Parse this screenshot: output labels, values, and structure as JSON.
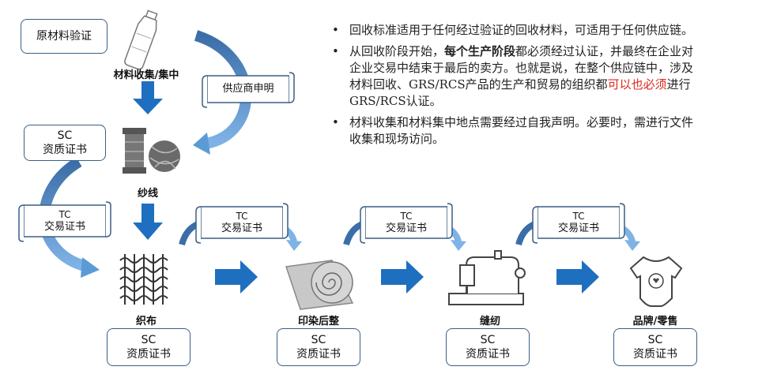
{
  "boxes": {
    "raw_material": "原材料验证",
    "sc_top_line1": "SC",
    "sc_top_line2": "资质证书",
    "sc_line1": "SC",
    "sc_line2": "资质证书"
  },
  "scrolls": {
    "supplier": "供应商申明",
    "tc_line1": "TC",
    "tc_line2": "交易证书"
  },
  "stages": {
    "collection": "材料收集/集中",
    "yarn": "纱线",
    "weaving": "织布",
    "dyeing": "印染后整",
    "sewing": "缝纫",
    "retail": "品牌/零售"
  },
  "bullets": {
    "marker": "•",
    "b1": "回收标准适用于任何经过验证的回收材料，可适用于任何供应链。",
    "b2_pre": "从回收阶段开始，",
    "b2_bold": "每个生产阶段",
    "b2_mid": "都必须经过认证，并最终在企业对企业交易中结束于最后的卖方。也就是说，在整个供应链中，涉及材料回收、GRS/RCS产品的生产和贸易的组织都",
    "b2_red": "可以也必须",
    "b2_post": "进行GRS/RCS认证。",
    "b3": "材料收集和材料集中地点需要经过自我声明。必要时，需进行文件收集和现场访问。"
  },
  "colors": {
    "arrow_dark": "#1e6fbf",
    "arrow_light": "#5b9bd5",
    "box_border": "#3a5f86",
    "icon_gray": "#555555",
    "red_text": "#e0261c"
  }
}
